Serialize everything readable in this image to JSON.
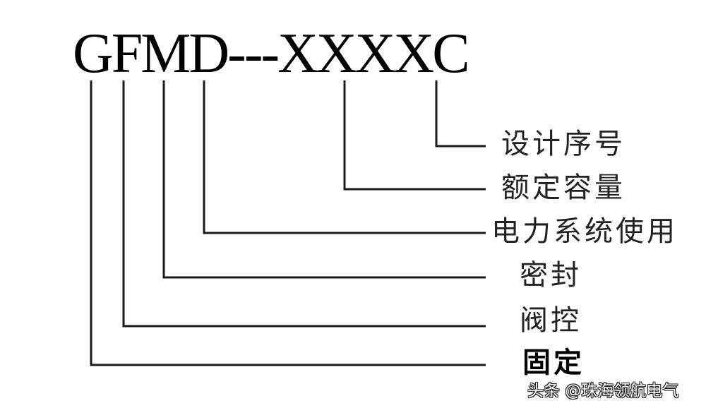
{
  "diagram": {
    "model_code": "GFMD---XXXXC",
    "line_color": "#1a1a1a",
    "labels": [
      {
        "char": "C",
        "text": "设计序号",
        "bold": false
      },
      {
        "char": "XXXX",
        "text": "额定容量",
        "bold": false
      },
      {
        "char": "D",
        "text": "电力系统使用",
        "bold": false
      },
      {
        "char": "M",
        "text": "密封",
        "bold": false
      },
      {
        "char": "F",
        "text": "阀控",
        "bold": false
      },
      {
        "char": "G",
        "text": "固定",
        "bold": true
      }
    ]
  },
  "watermark": "头条 @珠海领航电气"
}
